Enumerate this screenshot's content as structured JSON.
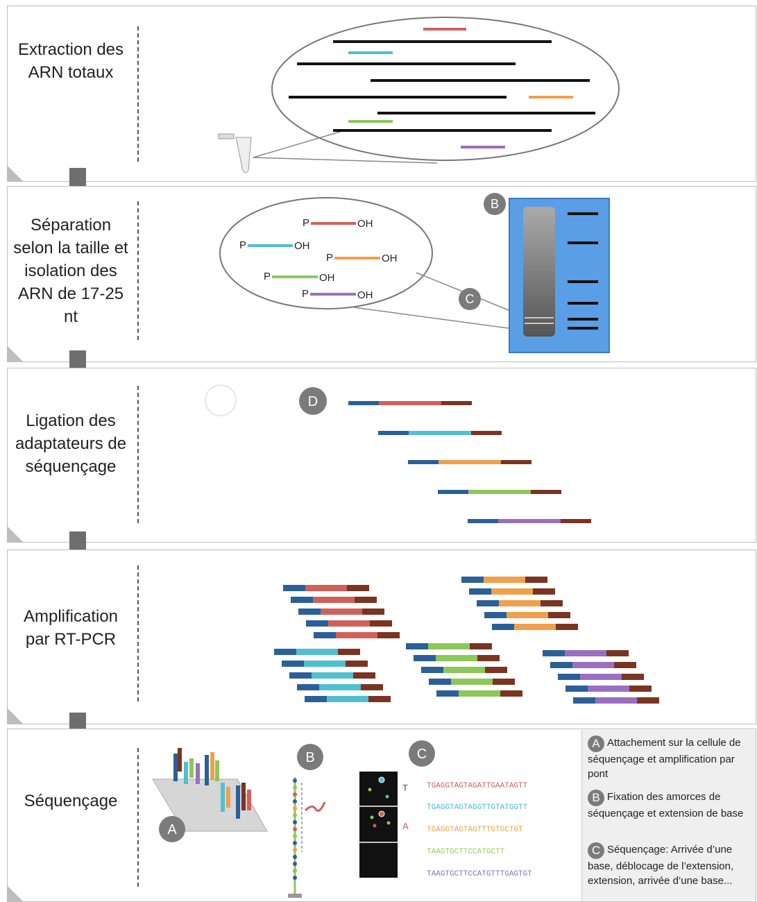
{
  "steps": [
    {
      "label": "Extraction des ARN totaux"
    },
    {
      "label": "Séparation selon la taille et isolation des ARN de 17-25 nt"
    },
    {
      "label": "Ligation des adaptateurs de séquençage"
    },
    {
      "label": "Amplification par RT-PCR"
    },
    {
      "label": "Séquençage"
    }
  ],
  "markers": {
    "A": "A",
    "B": "B",
    "C": "C",
    "D": "D"
  },
  "small_rna_ends": {
    "five_prime": "P",
    "three_prime": "OH"
  },
  "base_calls": {
    "first": "T",
    "second": "A"
  },
  "sequences": [
    {
      "text": "TGAGGTAGTAGATTGAATAGTT",
      "color": "#e06a5c"
    },
    {
      "text": "TGAGGTAGTAGGTTGTATGGTT",
      "color": "#4fb8d6"
    },
    {
      "text": "TGAGGTAGTAGTTTGTGCTGT",
      "color": "#f0a04b"
    },
    {
      "text": "TAAGTGCTTCCATGCTT",
      "color": "#9acd5b"
    },
    {
      "text": "TAAGTGCTTCCATGTTTGAGTGT",
      "color": "#8b6fc4"
    }
  ],
  "legend": [
    {
      "marker": "A",
      "text": "Attachement sur la cellule de séquençage et amplification par pont"
    },
    {
      "marker": "B",
      "text": "Fixation des amorces de séquençage et extension de base"
    },
    {
      "marker": "C",
      "text": "Séquençage: Arrivée d’une base, déblocage de l’extension, extension, arrivée d’une base..."
    }
  ],
  "colors": {
    "rna_red": "#d0615a",
    "rna_cyan": "#4fc0cf",
    "rna_orange": "#f0a04b",
    "rna_green": "#8dc75a",
    "rna_purple": "#9a6fc0",
    "adapter_blue": "#2b5f9a",
    "adapter_brown": "#7a3421",
    "arrow_gray": "#6e6e6e",
    "gel_blue": "#5a9ee6"
  }
}
